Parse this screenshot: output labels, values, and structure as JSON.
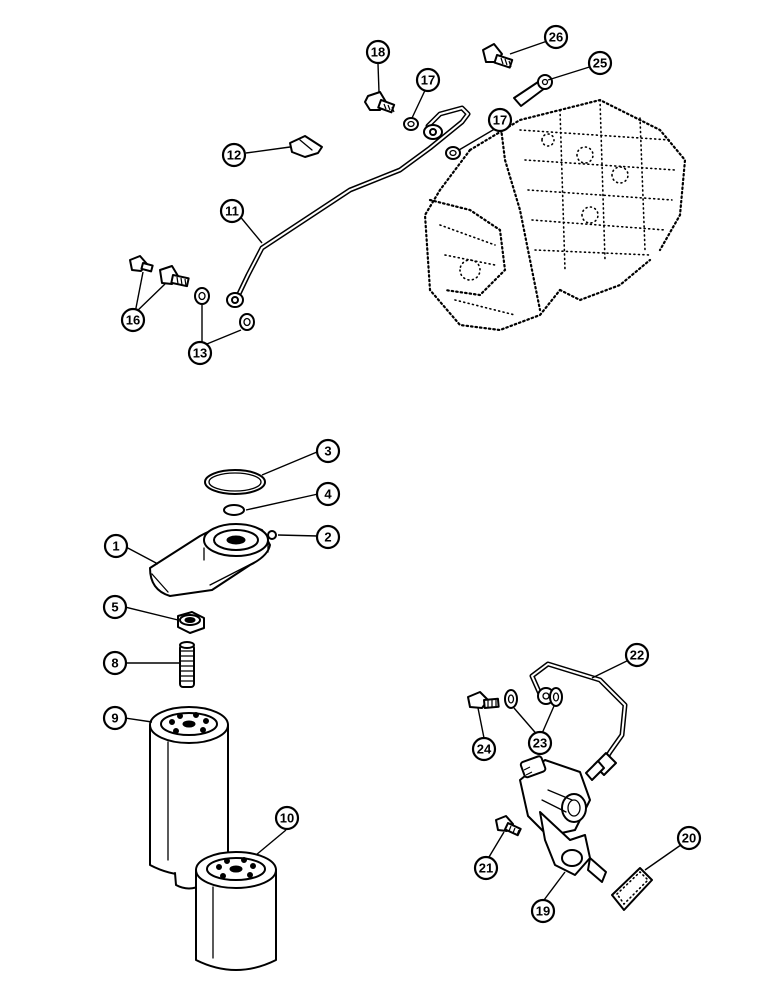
{
  "callouts": {
    "c1": "1",
    "c2": "2",
    "c3": "3",
    "c4": "4",
    "c5": "5",
    "c8": "8",
    "c9": "9",
    "c10": "10",
    "c11": "11",
    "c12": "12",
    "c13": "13",
    "c16": "16",
    "c17a": "17",
    "c17b": "17",
    "c18": "18",
    "c19": "19",
    "c20": "20",
    "c21": "21",
    "c22": "22",
    "c23": "23",
    "c24": "24",
    "c25": "25",
    "c26": "26"
  },
  "colors": {
    "ink": "#000000",
    "paper": "#ffffff"
  }
}
